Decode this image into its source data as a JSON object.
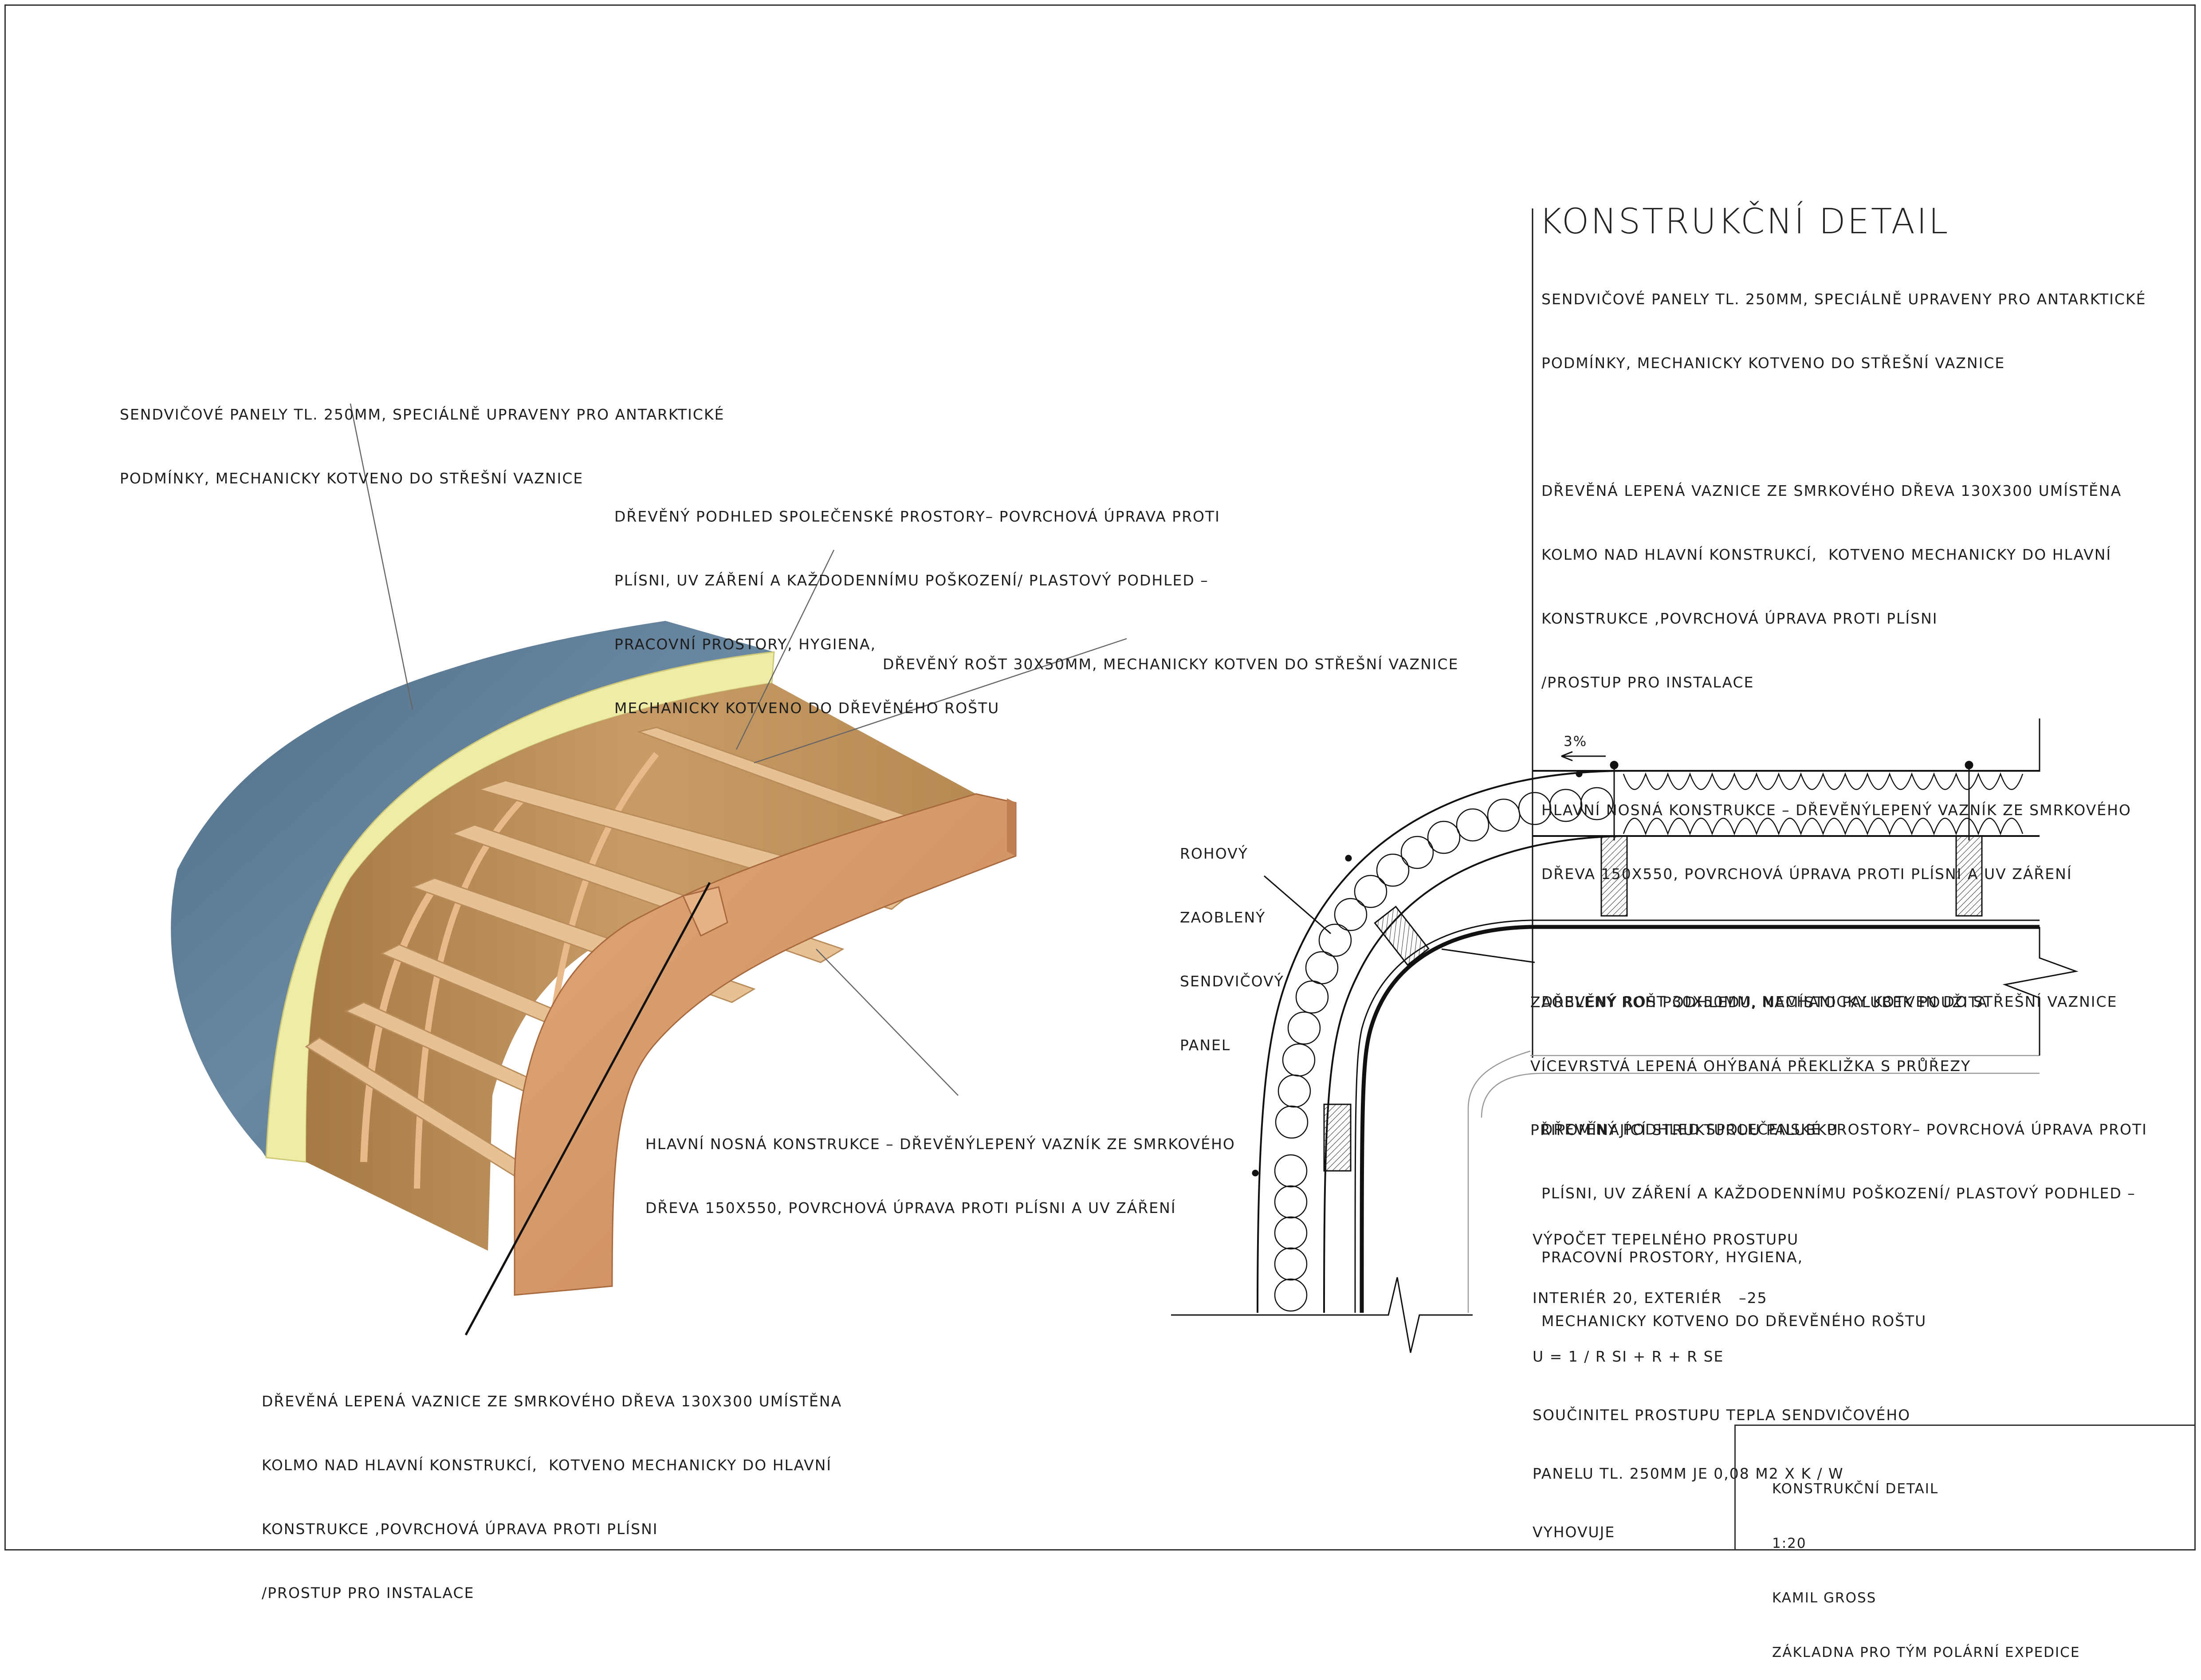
{
  "title": "KONSTRUKČNÍ DETAIL",
  "right_notes": [
    [
      "SENDVIČOVÉ PANELY TL. 250mm, SPECIÁLNĚ UPRAVENY PRO ANTARKTICKÉ",
      "PODMÍNKY, MECHANICKY KOTVENO DO STŘEŠNÍ VAZNICE"
    ],
    [
      "DŘEVĚNÁ LEPENÁ VAZNICE ZE SMRKOVÉHO DŘEVA 130x300 UMÍSTĚNA",
      "KOLMO NAD HLAVNÍ KONSTRUKCÍ,  KOTVENO MECHANICKY DO HLAVNÍ",
      "KONSTRUKCE ,POVRCHOVÁ ÚPRAVA PROTI PLÍSNI",
      "/PROSTUP PRO INSTALACE"
    ],
    [
      "HLAVNÍ NOSNÁ KONSTRUKCE – DŘEVĚNÝLEPENÝ VAZNÍK ZE SMRKOVÉHO",
      "DŘEVA 150x550, POVRCHOVÁ ÚPRAVA PROTI PLÍSNI A UV ZÁŘENÍ"
    ],
    [
      "DŘEVĚNÝ ROŠT 30x50mm, MECHANICKY KOTVEN DO STŘEŠNÍ VAZNICE"
    ],
    [
      "DŘEVĚNÝ PODHLED SPOLEČENSKÉ PROSTORY– POVRCHOVÁ ÚPRAVA PROTI",
      "PLÍSNI, UV ZÁŘENÍ A KAŽDODENNÍMU POŠKOZENÍ/ PLASTOVÝ PODHLED –",
      "PRACOVNÍ PROSTORY, HYGIENA,",
      "MECHANICKY KOTVENO DO DŘEVĚNÉHO ROŠTU"
    ]
  ],
  "callouts": {
    "panels": [
      "SENDVIČOVÉ PANELY TL. 250mm, SPECIÁLNĚ UPRAVENY PRO ANTARKTICKÉ",
      "PODMÍNKY, MECHANICKY KOTVENO DO STŘEŠNÍ VAZNICE"
    ],
    "ceiling": [
      "DŘEVĚNÝ PODHLED SPOLEČENSKÉ PROSTORY– POVRCHOVÁ ÚPRAVA PROTI",
      "PLÍSNI, UV ZÁŘENÍ A KAŽDODENNÍMU POŠKOZENÍ/ PLASTOVÝ PODHLED –",
      "PRACOVNÍ PROSTORY, HYGIENA,",
      "MECHANICKY KOTVENO DO DŘEVĚNÉHO ROŠTU"
    ],
    "grid": [
      "DŘEVĚNÝ ROŠT 30x50mm, MECHANICKY KOTVEN DO STŘEŠNÍ VAZNICE"
    ],
    "main_structure": [
      "HLAVNÍ NOSNÁ KONSTRUKCE – DŘEVĚNÝLEPENÝ VAZNÍK ZE SMRKOVÉHO",
      "DŘEVA 150x550, POVRCHOVÁ ÚPRAVA PROTI PLÍSNI A UV ZÁŘENÍ"
    ],
    "purlin": [
      "DŘEVĚNÁ LEPENÁ VAZNICE ZE SMRKOVÉHO DŘEVA 130x300 UMÍSTĚNA",
      "KOLMO NAD HLAVNÍ KONSTRUKCÍ,  KOTVENO MECHANICKY DO HLAVNÍ",
      "KONSTRUKCE ,POVRCHOVÁ ÚPRAVA PROTI PLÍSNI",
      "/PROSTUP PRO INSTALACE"
    ],
    "corner_panel": [
      "ROHOVÝ",
      "ZAOBLENÝ",
      "SENDVIČOVÝ",
      "PANEL"
    ],
    "rounded_ceiling": [
      "ZAOBLENÝ ROH PODHLEDU, NAMÍSTO PALUBEK POUŽITA",
      "VÍCEVRSTVÁ LEPENÁ OHÝBANÁ PŘEKLIŽKA S PRŮŘEZY",
      "PŘIPOMÍNAJÍCÍ STRUKTUROU PALUBKU"
    ]
  },
  "slope_label": "3%",
  "thermal": [
    "VÝPOČET TEPELNÉHO PROSTUPU",
    "INTERIÉR 20, EXTERIÉR   –25",
    "U = 1 / R Si + R + R Se",
    "SOUČINITEL PROSTUPU TEPLA SENDVIČOVÉHO",
    "PANELU TL. 250mm JE 0,08 m2 x K / W",
    "VYHOVUJE"
  ],
  "title_block": [
    "KONSTRUKČNÍ DETAIL",
    "1:20",
    "KAMIL GROSS",
    "ZÁKLADNA PRO TÝM POLÁRNÍ EXPEDICE"
  ],
  "colors": {
    "panel_steel": "#5f7f98",
    "insulation": "#eeeca6",
    "wood": "#d89b6a",
    "batten": "#e6c194",
    "ceiling_board": "#c59a62"
  }
}
